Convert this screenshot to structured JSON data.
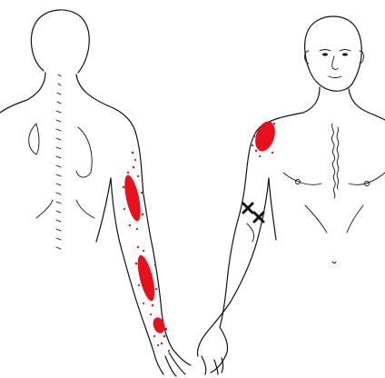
{
  "figure": {
    "views": [
      "posterior-left-arm",
      "anterior-right-arm"
    ],
    "colors": {
      "pain_zone": "#e8101a",
      "outline": "#111111",
      "trigger_point_marker": "#111111",
      "background": "#ffffff"
    },
    "trigger_point_markers": 2,
    "marker_symbol": "×"
  }
}
